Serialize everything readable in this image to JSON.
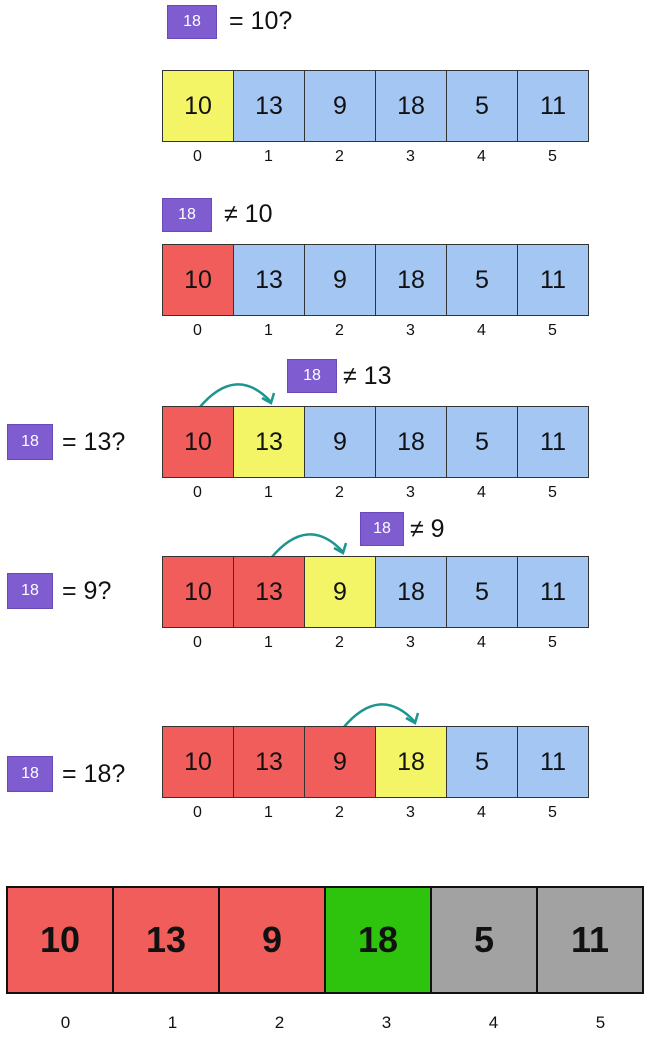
{
  "colors": {
    "yellow": "#f3f567",
    "red": "#f15d5b",
    "blue": "#a4c6f3",
    "green": "#2ec30c",
    "gray": "#a2a2a2",
    "purple": "#7f5ccf",
    "teal": "#1d9690"
  },
  "target": "18",
  "steps": [
    {
      "left_label": {
        "badge": "",
        "text": ""
      },
      "top_label": {
        "badge": "18",
        "text": "= 10?"
      },
      "values": [
        "10",
        "13",
        "9",
        "18",
        "5",
        "11"
      ],
      "states": [
        "yellow",
        "blue",
        "blue",
        "blue",
        "blue",
        "blue"
      ],
      "indices": [
        "0",
        "1",
        "2",
        "3",
        "4",
        "5"
      ]
    },
    {
      "top_label": {
        "badge": "18",
        "text": "≠ 10"
      },
      "values": [
        "10",
        "13",
        "9",
        "18",
        "5",
        "11"
      ],
      "states": [
        "red",
        "blue",
        "blue",
        "blue",
        "blue",
        "blue"
      ],
      "indices": [
        "0",
        "1",
        "2",
        "3",
        "4",
        "5"
      ]
    },
    {
      "left_label": {
        "badge": "18",
        "text": "= 13?"
      },
      "top_label": {
        "badge": "18",
        "text": "≠ 13"
      },
      "values": [
        "10",
        "13",
        "9",
        "18",
        "5",
        "11"
      ],
      "states": [
        "red",
        "yellow",
        "blue",
        "blue",
        "blue",
        "blue"
      ],
      "indices": [
        "0",
        "1",
        "2",
        "3",
        "4",
        "5"
      ]
    },
    {
      "left_label": {
        "badge": "18",
        "text": "= 9?"
      },
      "top_label": {
        "badge": "18",
        "text": "≠ 9"
      },
      "values": [
        "10",
        "13",
        "9",
        "18",
        "5",
        "11"
      ],
      "states": [
        "red",
        "red",
        "yellow",
        "blue",
        "blue",
        "blue"
      ],
      "indices": [
        "0",
        "1",
        "2",
        "3",
        "4",
        "5"
      ]
    },
    {
      "left_label": {
        "badge": "18",
        "text": "= 18?"
      },
      "values": [
        "10",
        "13",
        "9",
        "18",
        "5",
        "11"
      ],
      "states": [
        "red",
        "red",
        "red",
        "yellow",
        "blue",
        "blue"
      ],
      "indices": [
        "0",
        "1",
        "2",
        "3",
        "4",
        "5"
      ]
    }
  ],
  "final": {
    "values": [
      "10",
      "13",
      "9",
      "18",
      "5",
      "11"
    ],
    "states": [
      "red",
      "red",
      "red",
      "green",
      "gray",
      "gray"
    ],
    "indices": [
      "0",
      "1",
      "2",
      "3",
      "4",
      "5"
    ]
  }
}
